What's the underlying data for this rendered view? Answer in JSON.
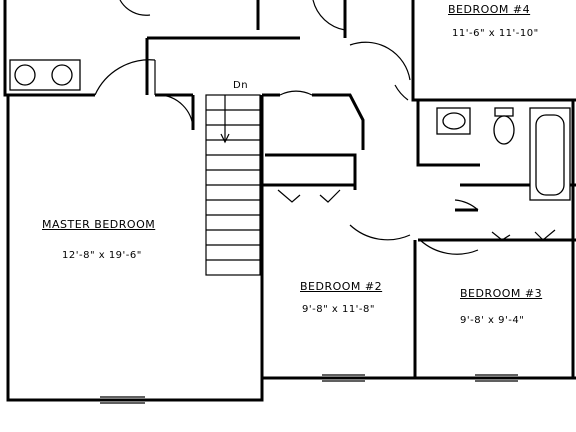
{
  "rooms": {
    "master": {
      "name": "MASTER BEDROOM",
      "size": "12'-8\" x 19'-6\""
    },
    "bed2": {
      "name": "BEDROOM #2",
      "size": "9'-8\" x 11'-8\""
    },
    "bed3": {
      "name": "BEDROOM #3",
      "size": "9'-8' x 9'-4\""
    },
    "bed4": {
      "name": "BEDROOM #4",
      "size": "11'-6\" x 11'-10\""
    }
  },
  "stairs": {
    "label": "Dn"
  }
}
